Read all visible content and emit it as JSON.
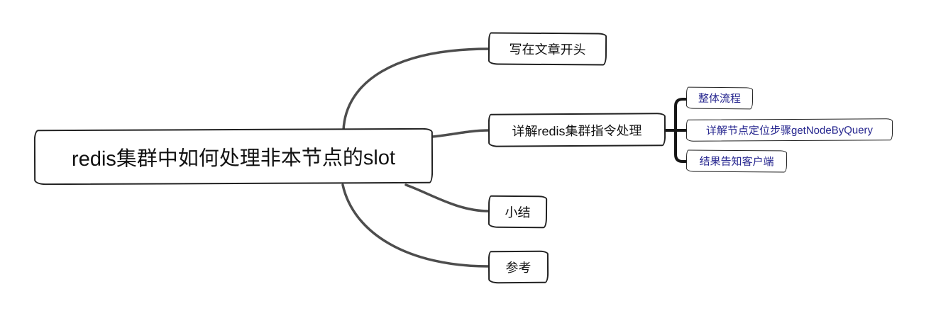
{
  "diagram": {
    "type": "mindmap",
    "style": "hand-drawn-sketch",
    "root": {
      "label": "redis集群中如何处理非本节点的slot"
    },
    "branches": [
      {
        "label": "写在文章开头",
        "children": []
      },
      {
        "label": "详解redis集群指令处理",
        "children": [
          {
            "label": "整体流程"
          },
          {
            "label": "详解节点定位步骤getNodeByQuery"
          },
          {
            "label": "结果告知客户端"
          }
        ]
      },
      {
        "label": "小结",
        "children": []
      },
      {
        "label": "参考",
        "children": []
      }
    ],
    "colors": {
      "background": "#ffffff",
      "node_fill": "#ffffff",
      "node_border": "#212121",
      "branch_line": "#4d4d4d",
      "bracket_line": "#161616",
      "root_text": "#111111",
      "branch_text": "#111111",
      "child_text": "#26268f"
    }
  }
}
